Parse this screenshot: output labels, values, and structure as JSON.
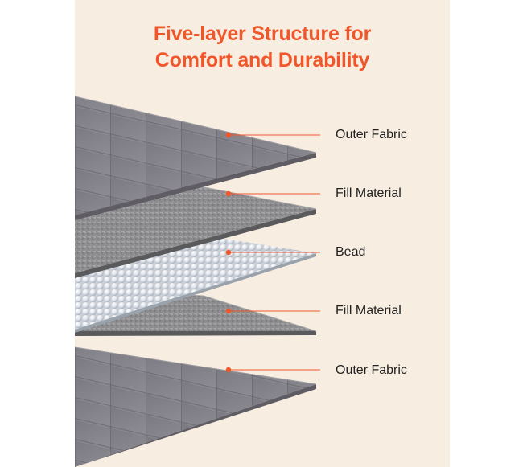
{
  "title": {
    "line1": "Five-layer Structure for",
    "line2": "Comfort and Durability"
  },
  "accent_color": "#f0562a",
  "layers": [
    {
      "label": "Outer Fabric"
    },
    {
      "label": "Fill Material"
    },
    {
      "label": "Bead"
    },
    {
      "label": "Fill Material"
    },
    {
      "label": "Outer Fabric"
    }
  ]
}
